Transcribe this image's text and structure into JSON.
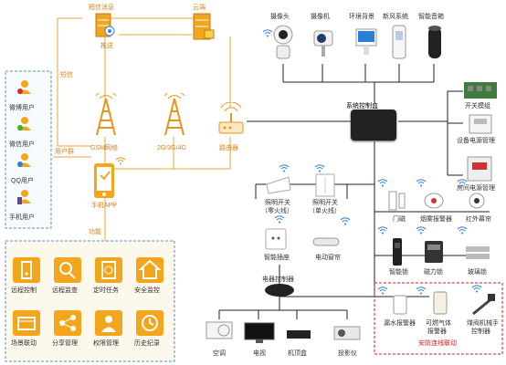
{
  "top": {
    "sms_push": "短信消息",
    "push": "推送",
    "cloud": "云端",
    "sms": "短信"
  },
  "network": {
    "gsm": "GSM网络",
    "g234": "2G/3G/4G",
    "router": "路由器",
    "hub": "系统控制盒"
  },
  "users": {
    "group_label": "用户群",
    "items": [
      "微博用户",
      "微信用户",
      "QQ用户",
      "手机用户"
    ]
  },
  "app": {
    "label": "手机APP",
    "function_label": "功能",
    "features": [
      "远程控制",
      "远程监查",
      "定时任务",
      "安全监控",
      "场景联动",
      "分享管理",
      "权限管理",
      "历史纪录"
    ]
  },
  "top_devices": [
    "摄像头",
    "摄像机",
    "环境背景",
    "新风系统",
    "智能音箱"
  ],
  "right_panel": [
    "开关模组",
    "设备电源管理",
    "房间电源管理"
  ],
  "switches": {
    "light_double": [
      "照明开关",
      "（零火线）"
    ],
    "light_single": [
      "照明开关",
      "（单火线）"
    ],
    "socket": "智能插座",
    "curtain": "电动窗帘"
  },
  "sensors": {
    "door": "门磁",
    "smoke": "烟雾报警器",
    "ir": "红外幕帘",
    "lock": "智能锁",
    "magnet": "磁力锁",
    "glass": "玻璃锁"
  },
  "linkage": {
    "water": "漏水报警器",
    "gas": [
      "可燃气体",
      "报警器"
    ],
    "valve": [
      "煤阀机械手",
      "控制器"
    ],
    "caption": "安防连线联动"
  },
  "ir_controller": {
    "label": "电器控制器",
    "appliances": [
      "空调",
      "电视",
      "机顶盒",
      "投影仪"
    ]
  }
}
